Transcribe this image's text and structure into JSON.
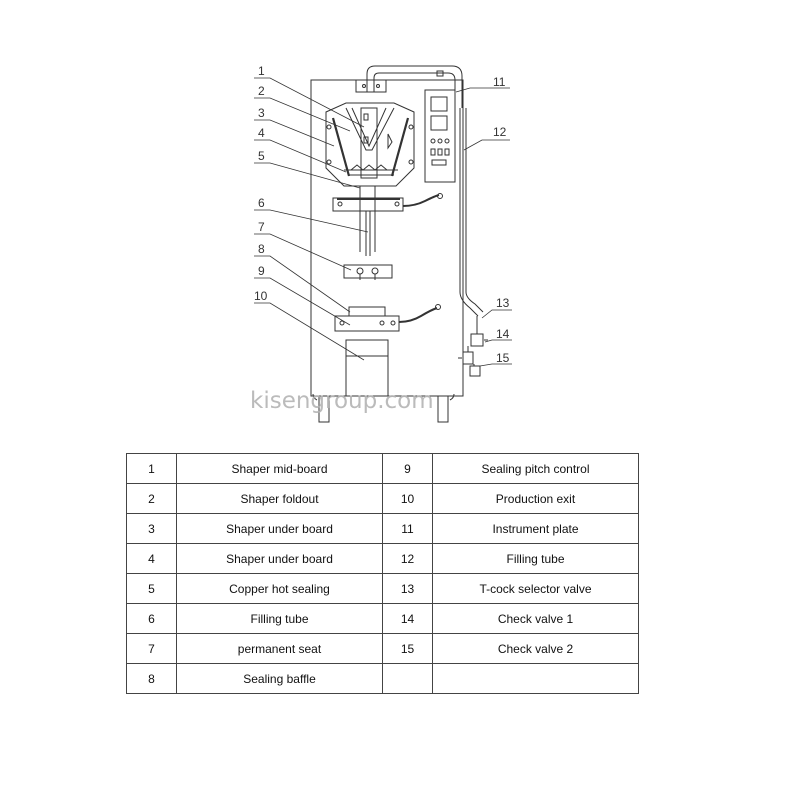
{
  "watermark": "kisengroup.com",
  "callout_numbers": [
    "1",
    "2",
    "3",
    "4",
    "5",
    "6",
    "7",
    "8",
    "9",
    "10",
    "11",
    "12",
    "13",
    "14",
    "15"
  ],
  "parts": [
    {
      "no": "1",
      "name": "Shaper mid-board"
    },
    {
      "no": "2",
      "name": "Shaper foldout"
    },
    {
      "no": "3",
      "name": "Shaper under board"
    },
    {
      "no": "4",
      "name": "Shaper under board"
    },
    {
      "no": "5",
      "name": "Copper hot sealing"
    },
    {
      "no": "6",
      "name": "Filling tube"
    },
    {
      "no": "7",
      "name": "permanent seat"
    },
    {
      "no": "8",
      "name": "Sealing baffle"
    },
    {
      "no": "9",
      "name": "Sealing pitch control"
    },
    {
      "no": "10",
      "name": "Production exit"
    },
    {
      "no": "11",
      "name": "Instrument plate"
    },
    {
      "no": "12",
      "name": "Filling tube"
    },
    {
      "no": "13",
      "name": "T-cock selector valve"
    },
    {
      "no": "14",
      "name": "Check valve 1"
    },
    {
      "no": "15",
      "name": "Check valve 2"
    }
  ]
}
